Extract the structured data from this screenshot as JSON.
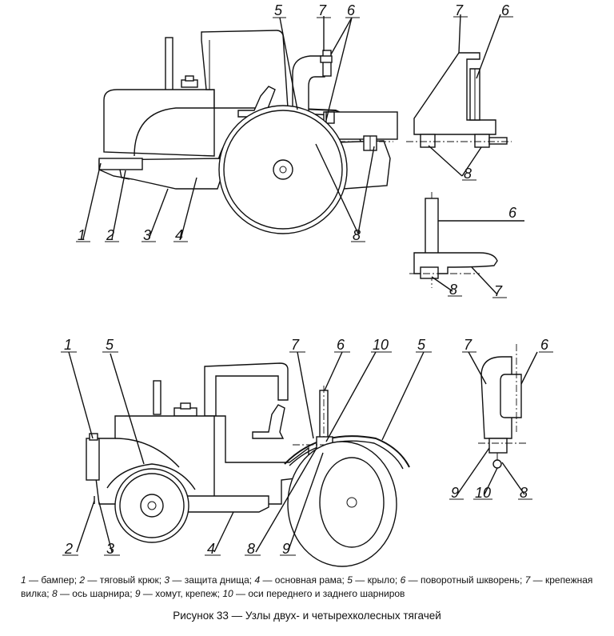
{
  "labels": {
    "n1": "1",
    "n2": "2",
    "n3": "3",
    "n4": "4",
    "n5": "5",
    "n6": "6",
    "n7": "7",
    "n8": "8",
    "n9": "9",
    "n10": "10"
  },
  "legend": [
    {
      "num": "1",
      "text": " — бампер; "
    },
    {
      "num": "2",
      "text": " — тяговый крюк; "
    },
    {
      "num": "3",
      "text": " — защита днища; "
    },
    {
      "num": "4",
      "text": " — основная рама; "
    },
    {
      "num": "5",
      "text": " — крыло; "
    },
    {
      "num": "6",
      "text": " — поворотный шкворень; "
    },
    {
      "num": "7",
      "text": " — крепежная вилка; "
    },
    {
      "num": "8",
      "text": " — ось шарнира; "
    },
    {
      "num": "9",
      "text": " — хомут, крепеж; "
    },
    {
      "num": "10",
      "text": " — оси переднего и заднего шарниров"
    }
  ],
  "caption": "Рисунок 33 — Узлы двух- и четырехколесных тягачей"
}
